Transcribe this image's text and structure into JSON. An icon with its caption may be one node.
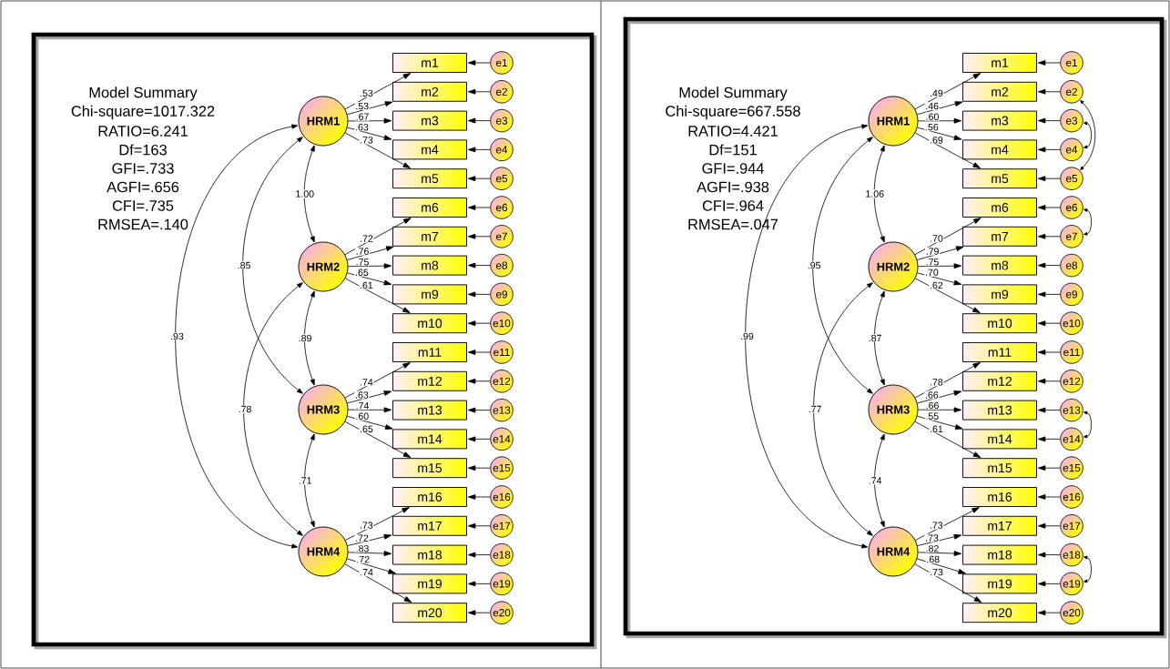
{
  "diagram": {
    "nodes": [
      {
        "text": [
          "HRM1"
        ]
      },
      {
        "text": [
          "HRM2"
        ]
      },
      {
        "text": [
          "HRM3"
        ]
      },
      {
        "text": [
          "HRM4"
        ]
      },
      {
        "text": [
          "m1"
        ]
      },
      {
        "text": [
          "m2"
        ]
      },
      {
        "text": [
          "m3"
        ]
      },
      {
        "text": [
          "m4"
        ]
      },
      {
        "text": [
          "m5"
        ]
      },
      {
        "text": [
          "m6"
        ]
      },
      {
        "text": [
          "m7"
        ]
      },
      {
        "text": [
          "m8"
        ]
      },
      {
        "text": [
          "m9"
        ]
      },
      {
        "text": [
          "m10"
        ]
      },
      {
        "text": [
          "m11"
        ]
      },
      {
        "text": [
          "m12"
        ]
      },
      {
        "text": [
          "m13"
        ]
      },
      {
        "text": [
          "m14"
        ]
      },
      {
        "text": [
          "m15"
        ]
      },
      {
        "text": [
          "m16"
        ]
      },
      {
        "text": [
          "m17"
        ]
      },
      {
        "text": [
          "m18"
        ]
      },
      {
        "text": [
          "m19"
        ]
      },
      {
        "text": [
          "m20"
        ]
      },
      {
        "text": [
          "e1"
        ]
      },
      {
        "text": [
          "e2"
        ]
      },
      {
        "text": [
          "e3"
        ]
      },
      {
        "text": [
          "e4"
        ]
      },
      {
        "text": [
          "e5"
        ]
      },
      {
        "text": [
          "e6"
        ]
      },
      {
        "text": [
          "e7"
        ]
      },
      {
        "text": [
          "e8"
        ]
      },
      {
        "text": [
          "e9"
        ]
      },
      {
        "text": [
          "e10"
        ]
      },
      {
        "text": [
          "e11"
        ]
      },
      {
        "text": [
          "e12"
        ]
      },
      {
        "text": [
          "e13"
        ]
      },
      {
        "text": [
          "e14"
        ]
      },
      {
        "text": [
          "e15"
        ]
      },
      {
        "text": [
          "e16"
        ]
      },
      {
        "text": [
          "e17"
        ]
      },
      {
        "text": [
          "e18"
        ]
      },
      {
        "text": [
          "e19"
        ]
      },
      {
        "text": [
          "e20"
        ]
      },
      {
        "text": [
          "HRM1"
        ]
      },
      {
        "text": [
          "HRM2"
        ]
      },
      {
        "text": [
          "HRM3"
        ]
      },
      {
        "text": [
          "HRM4"
        ]
      },
      {
        "text": [
          "m1"
        ]
      },
      {
        "text": [
          "m2"
        ]
      },
      {
        "text": [
          "m3"
        ]
      },
      {
        "text": [
          "m4"
        ]
      },
      {
        "text": [
          "m5"
        ]
      },
      {
        "text": [
          "m6"
        ]
      },
      {
        "text": [
          "m7"
        ]
      },
      {
        "text": [
          "m8"
        ]
      },
      {
        "text": [
          "m9"
        ]
      },
      {
        "text": [
          "m10"
        ]
      },
      {
        "text": [
          "m11"
        ]
      },
      {
        "text": [
          "m12"
        ]
      },
      {
        "text": [
          "m13"
        ]
      },
      {
        "text": [
          "m14"
        ]
      },
      {
        "text": [
          "m15"
        ]
      },
      {
        "text": [
          "m16"
        ]
      },
      {
        "text": [
          "m17"
        ]
      },
      {
        "text": [
          "m18"
        ]
      },
      {
        "text": [
          "m19"
        ]
      },
      {
        "text": [
          "m20"
        ]
      },
      {
        "text": [
          "e1"
        ]
      },
      {
        "text": [
          "e2"
        ]
      },
      {
        "text": [
          "e3"
        ]
      },
      {
        "text": [
          "e4"
        ]
      },
      {
        "text": [
          "e5"
        ]
      },
      {
        "text": [
          "e6"
        ]
      },
      {
        "text": [
          "e7"
        ]
      },
      {
        "text": [
          "e8"
        ]
      },
      {
        "text": [
          "e9"
        ]
      },
      {
        "text": [
          "e10"
        ]
      },
      {
        "text": [
          "e11"
        ]
      },
      {
        "text": [
          "e12"
        ]
      },
      {
        "text": [
          "e13"
        ]
      },
      {
        "text": [
          "e14"
        ]
      },
      {
        "text": [
          "e15"
        ]
      },
      {
        "text": [
          "e16"
        ]
      },
      {
        "text": [
          "e17"
        ]
      },
      {
        "text": [
          "e18"
        ]
      },
      {
        "text": [
          "e19"
        ]
      },
      {
        "text": [
          "e20"
        ]
      }
    ],
    "edges": [
      {
        "from": 0,
        "to": 4,
        "arrow": "to",
        "label": ".53"
      },
      {
        "from": 0,
        "to": 5,
        "arrow": "to",
        "label": ".53"
      },
      {
        "from": 0,
        "to": 6,
        "arrow": "to",
        "label": ".67"
      },
      {
        "from": 0,
        "to": 7,
        "arrow": "to",
        "label": ".63"
      },
      {
        "from": 0,
        "to": 8,
        "arrow": "to",
        "label": ".73"
      },
      {
        "from": 1,
        "to": 9,
        "arrow": "to",
        "label": ".72"
      },
      {
        "from": 1,
        "to": 10,
        "arrow": "to",
        "label": ".76"
      },
      {
        "from": 1,
        "to": 11,
        "arrow": "to",
        "label": ".75"
      },
      {
        "from": 1,
        "to": 12,
        "arrow": "to",
        "label": ".65"
      },
      {
        "from": 1,
        "to": 13,
        "arrow": "to",
        "label": ".61"
      },
      {
        "from": 2,
        "to": 14,
        "arrow": "to",
        "label": ".74"
      },
      {
        "from": 2,
        "to": 15,
        "arrow": "to",
        "label": ".63"
      },
      {
        "from": 2,
        "to": 16,
        "arrow": "to",
        "label": ".74"
      },
      {
        "from": 2,
        "to": 17,
        "arrow": "to",
        "label": ".60"
      },
      {
        "from": 2,
        "to": 18,
        "arrow": "to",
        "label": ".65"
      },
      {
        "from": 3,
        "to": 19,
        "arrow": "to",
        "label": ".73"
      },
      {
        "from": 3,
        "to": 20,
        "arrow": "to",
        "label": ".72"
      },
      {
        "from": 3,
        "to": 21,
        "arrow": "to",
        "label": ".83"
      },
      {
        "from": 3,
        "to": 22,
        "arrow": "to",
        "label": ".72"
      },
      {
        "from": 3,
        "to": 23,
        "arrow": "to",
        "label": ".74"
      },
      {
        "from": 24,
        "to": 4,
        "arrow": "to"
      },
      {
        "from": 25,
        "to": 5,
        "arrow": "to"
      },
      {
        "from": 26,
        "to": 6,
        "arrow": "to"
      },
      {
        "from": 27,
        "to": 7,
        "arrow": "to"
      },
      {
        "from": 28,
        "to": 8,
        "arrow": "to"
      },
      {
        "from": 29,
        "to": 9,
        "arrow": "to"
      },
      {
        "from": 30,
        "to": 10,
        "arrow": "to"
      },
      {
        "from": 31,
        "to": 11,
        "arrow": "to"
      },
      {
        "from": 32,
        "to": 12,
        "arrow": "to"
      },
      {
        "from": 33,
        "to": 13,
        "arrow": "to"
      },
      {
        "from": 34,
        "to": 14,
        "arrow": "to"
      },
      {
        "from": 35,
        "to": 15,
        "arrow": "to"
      },
      {
        "from": 36,
        "to": 16,
        "arrow": "to"
      },
      {
        "from": 37,
        "to": 17,
        "arrow": "to"
      },
      {
        "from": 38,
        "to": 18,
        "arrow": "to"
      },
      {
        "from": 39,
        "to": 19,
        "arrow": "to"
      },
      {
        "from": 40,
        "to": 20,
        "arrow": "to"
      },
      {
        "from": 41,
        "to": 21,
        "arrow": "to"
      },
      {
        "from": 42,
        "to": 22,
        "arrow": "to"
      },
      {
        "from": 43,
        "to": 23,
        "arrow": "to"
      },
      {
        "from": 0,
        "to": 1,
        "arrow": "both",
        "label": "1.00"
      },
      {
        "from": 0,
        "to": 2,
        "arrow": "both",
        "label": ".85"
      },
      {
        "from": 0,
        "to": 3,
        "arrow": "both",
        "label": ".93"
      },
      {
        "from": 1,
        "to": 2,
        "arrow": "both",
        "label": ".89"
      },
      {
        "from": 1,
        "to": 3,
        "arrow": "both",
        "label": ".78"
      },
      {
        "from": 2,
        "to": 3,
        "arrow": "both",
        "label": ".71"
      },
      {
        "from": 44,
        "to": 48,
        "arrow": "to",
        "label": ".49"
      },
      {
        "from": 44,
        "to": 49,
        "arrow": "to",
        "label": ".46"
      },
      {
        "from": 44,
        "to": 50,
        "arrow": "to",
        "label": ".60"
      },
      {
        "from": 44,
        "to": 51,
        "arrow": "to",
        "label": ".56"
      },
      {
        "from": 44,
        "to": 52,
        "arrow": "to",
        "label": ".69"
      },
      {
        "from": 45,
        "to": 53,
        "arrow": "to",
        "label": ".70"
      },
      {
        "from": 45,
        "to": 54,
        "arrow": "to",
        "label": ".79"
      },
      {
        "from": 45,
        "to": 55,
        "arrow": "to",
        "label": ".75"
      },
      {
        "from": 45,
        "to": 56,
        "arrow": "to",
        "label": ".70"
      },
      {
        "from": 45,
        "to": 57,
        "arrow": "to",
        "label": ".62"
      },
      {
        "from": 46,
        "to": 58,
        "arrow": "to",
        "label": ".78"
      },
      {
        "from": 46,
        "to": 59,
        "arrow": "to",
        "label": ".66"
      },
      {
        "from": 46,
        "to": 60,
        "arrow": "to",
        "label": ".66"
      },
      {
        "from": 46,
        "to": 61,
        "arrow": "to",
        "label": ".55"
      },
      {
        "from": 46,
        "to": 62,
        "arrow": "to",
        "label": ".61"
      },
      {
        "from": 47,
        "to": 63,
        "arrow": "to",
        "label": ".73"
      },
      {
        "from": 47,
        "to": 64,
        "arrow": "to",
        "label": ".73"
      },
      {
        "from": 47,
        "to": 65,
        "arrow": "to",
        "label": ".82"
      },
      {
        "from": 47,
        "to": 66,
        "arrow": "to",
        "label": ".68"
      },
      {
        "from": 47,
        "to": 67,
        "arrow": "to",
        "label": ".73"
      },
      {
        "from": 68,
        "to": 48,
        "arrow": "to"
      },
      {
        "from": 69,
        "to": 49,
        "arrow": "to"
      },
      {
        "from": 70,
        "to": 50,
        "arrow": "to"
      },
      {
        "from": 71,
        "to": 51,
        "arrow": "to"
      },
      {
        "from": 72,
        "to": 52,
        "arrow": "to"
      },
      {
        "from": 73,
        "to": 53,
        "arrow": "to"
      },
      {
        "from": 74,
        "to": 54,
        "arrow": "to"
      },
      {
        "from": 75,
        "to": 55,
        "arrow": "to"
      },
      {
        "from": 76,
        "to": 56,
        "arrow": "to"
      },
      {
        "from": 77,
        "to": 57,
        "arrow": "to"
      },
      {
        "from": 78,
        "to": 58,
        "arrow": "to"
      },
      {
        "from": 79,
        "to": 59,
        "arrow": "to"
      },
      {
        "from": 80,
        "to": 60,
        "arrow": "to"
      },
      {
        "from": 81,
        "to": 61,
        "arrow": "to"
      },
      {
        "from": 82,
        "to": 62,
        "arrow": "to"
      },
      {
        "from": 83,
        "to": 63,
        "arrow": "to"
      },
      {
        "from": 84,
        "to": 64,
        "arrow": "to"
      },
      {
        "from": 85,
        "to": 65,
        "arrow": "to"
      },
      {
        "from": 86,
        "to": 66,
        "arrow": "to"
      },
      {
        "from": 87,
        "to": 67,
        "arrow": "to"
      },
      {
        "from": 44,
        "to": 45,
        "arrow": "both",
        "label": "1.06"
      },
      {
        "from": 44,
        "to": 46,
        "arrow": "both",
        "label": ".95"
      },
      {
        "from": 44,
        "to": 47,
        "arrow": "both",
        "label": ".99"
      },
      {
        "from": 45,
        "to": 46,
        "arrow": "both",
        "label": ".87"
      },
      {
        "from": 45,
        "to": 47,
        "arrow": "both",
        "label": ".77"
      },
      {
        "from": 46,
        "to": 47,
        "arrow": "both",
        "label": ".74"
      },
      {
        "from": 69,
        "to": 72,
        "arrow": "both"
      },
      {
        "from": 70,
        "to": 71,
        "arrow": "both"
      },
      {
        "from": 73,
        "to": 74,
        "arrow": "both"
      },
      {
        "from": 80,
        "to": 81,
        "arrow": "both"
      },
      {
        "from": 85,
        "to": 86,
        "arrow": "both"
      }
    ],
    "labels": [
      "Model Summary",
      "Chi-square=1017.322",
      "RATIO=6.241",
      "Df=163",
      "GFI=.733",
      "AGFI=.656",
      "CFI=.735",
      "RMSEA=.140",
      "Model Summary",
      "Chi-square=667.558",
      "RATIO=4.421",
      "Df=151",
      "GFI=.944",
      "AGFI=.938",
      "CFI=.964",
      "RMSEA=.047"
    ]
  }
}
